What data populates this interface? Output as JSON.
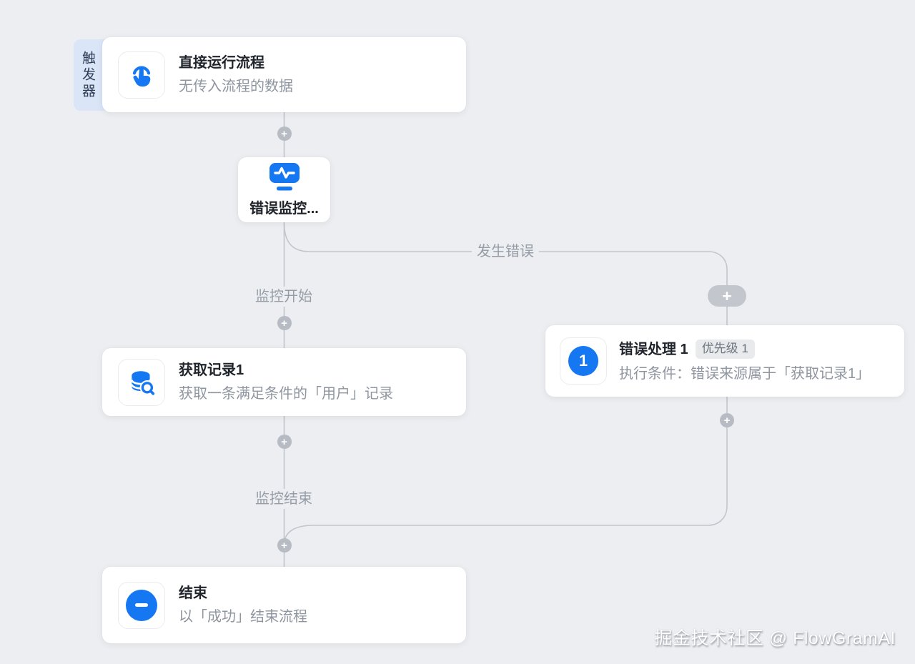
{
  "colors": {
    "canvas_bg": "#ECEEF1",
    "accent_blue": "#1677F2",
    "line_gray": "#C2C6CC",
    "trigger_tag_bg": "#DBE5F8",
    "trigger_tag_text": "#2E3D57"
  },
  "icons": {
    "plus": "+"
  },
  "trigger_tag": {
    "label": "触发器"
  },
  "nodes": {
    "start": {
      "title": "直接运行流程",
      "subtitle": "无传入流程的数据"
    },
    "error_monitor": {
      "title": "错误监控..."
    },
    "get_record": {
      "title": "获取记录1",
      "subtitle": "获取一条满足条件的「用户」记录"
    },
    "error_handler": {
      "title": "错误处理 1",
      "priority_badge": "优先级 1",
      "subtitle": "执行条件：错误来源属于「获取记录1」",
      "icon_number": "1"
    },
    "end": {
      "title": "结束",
      "subtitle": "以「成功」结束流程"
    }
  },
  "edge_labels": {
    "error_occurred": "发生错误",
    "monitor_start": "监控开始",
    "monitor_end": "监控结束"
  },
  "watermark": "掘金技术社区 @ FlowGramAI"
}
